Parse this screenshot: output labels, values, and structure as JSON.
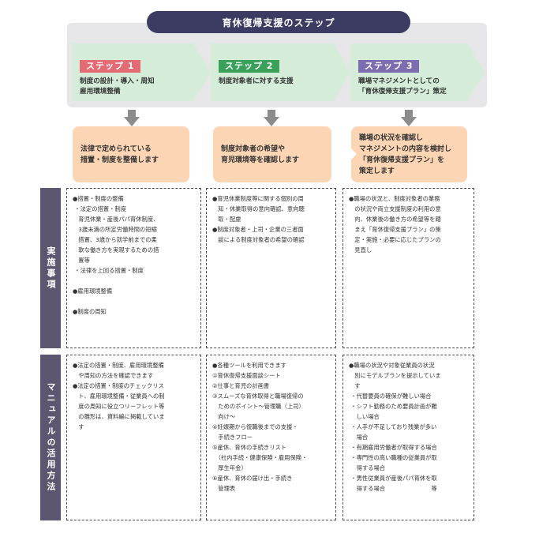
{
  "title": "育休復帰支援のステップ",
  "steps": [
    {
      "badge": "ステップ 1",
      "text": "制度の設計・導入・周知\n雇用環境整備",
      "outcome": "法律で定められている\n措置・制度を整備します"
    },
    {
      "badge": "ステップ 2",
      "text": "制度対象者に対する支援",
      "outcome": "制度対象者の希望や\n育児環境等を確認します"
    },
    {
      "badge": "ステップ 3",
      "text": "職場マネジメントとしての\n「育休復帰支援プラン」策定",
      "outcome": "職場の状況を確認し\nマネジメントの内容を検討し\n「育休復帰支援プラン」を\n策定します"
    }
  ],
  "rows": [
    {
      "label": "実施事項",
      "cells": [
        "●措置・制度の整備\n ・法定の措置・制度\n　育児休業・産後パパ育休制度、\n　3歳未満の所定労働時間の短縮\n　措置、3歳から就学前までの柔\n　軟な働き方を実現するための措\n　置等\n ・法律を上回る措置・制度\n\n●雇用環境整備\n\n●制度の周知",
        "●育児休業制度等に関する個別の周\n　知・休業取得の意向確認、意向聴\n　取・配慮\n●制度対象者・上司・企業の三者面\n　談による制度対象者の希望の確認",
        "●職場の状況と、制度対象者の業務\n　の状況や両立支援制度の利用の意\n　向、休業後の働き方の希望等を踏\n　まえ「育休復帰支援プラン」の策\n　定・実施・必要に応じたプランの\n　見直し"
      ]
    },
    {
      "label": "マニュアルの活用方法",
      "cells": [
        "●法定の措置・制度、雇用環境整備\n　や周知の方法を確認できます\n●法定の措置・制度のチェックリス\n　ト、雇用環境整備・従業員への制\n　度の周知に役立つリーフレット等\n　の雛形は、資料編に掲載していま\n　す",
        "●各種ツールを利用できます\n①育休復帰支援面談シート\n②仕事と育児の計画書\n③スムーズな育休取得と職場復帰の\n　ためのポイント～管理職（上司）\n　向け～\n④妊娠期から復職後までの支援・\n　手続きフロー\n⑤産休、育休の手続きリスト\n　（社内手続・健康保険・雇用保険・\n　厚生年金）\n⑥産休、育休の届け出・手続き\n　管理表",
        "●職場の状況や対象従業員の状況\n　別にモデルプランを提示していま\n　す\n ・代替要員の確保が難しい場合\n ・シフト勤務のため要員計画が難\n 　しい場合\n ・人手が不足しており残業が多い\n 　場合\n ・有期雇用労働者が取得する場合\n ・専門性の高い職種の従業員が取\n 　得する場合\n ・男性従業員が産後パパ育休を取\n 　得する場合　　　　　　　　等"
      ]
    }
  ]
}
